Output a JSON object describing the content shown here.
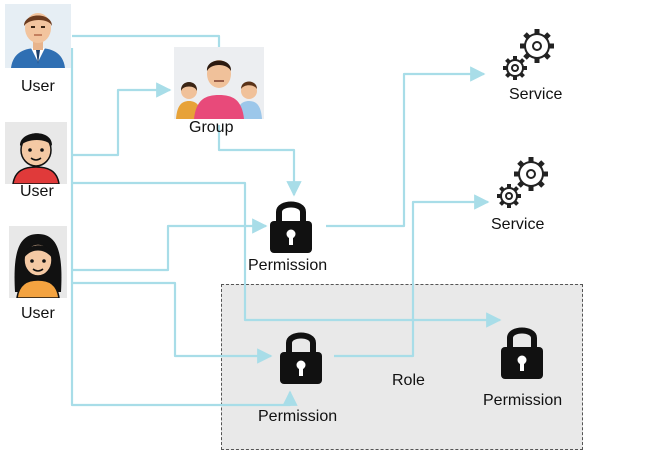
{
  "labels": {
    "user_1": "User",
    "user_2": "User",
    "user_3": "User",
    "group": "Group",
    "service_1": "Service",
    "service_2": "Service",
    "permission_1": "Permission",
    "permission_2": "Permission",
    "permission_3": "Permission",
    "role": "Role"
  },
  "colors": {
    "connector": "#a8dde8",
    "role_fill": "#e9e9e9",
    "lock": "#111111",
    "gear": "#222222"
  },
  "icons": {
    "user_1": "businessman-avatar-icon",
    "user_2": "man-avatar-icon",
    "user_3": "woman-avatar-icon",
    "group": "people-group-icon",
    "service": "gears-icon",
    "permission": "padlock-icon"
  }
}
